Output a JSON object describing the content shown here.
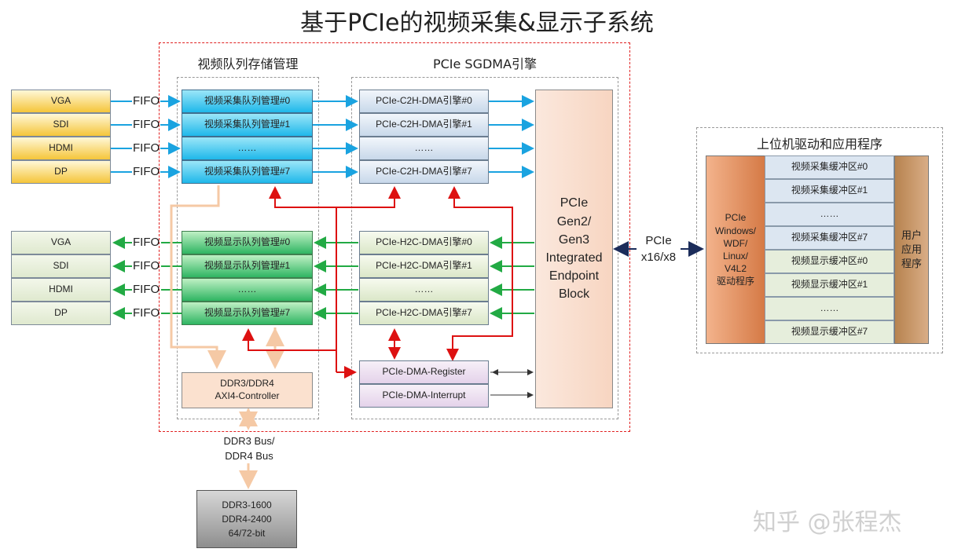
{
  "title": "基于PCIe的视频采集&显示子系统",
  "queue_group_label": "视频队列存储管理",
  "dma_group_label": "PCIe SGDMA引擎",
  "host_group_label": "上位机驱动和应用程序",
  "capture_ports": [
    "VGA",
    "SDI",
    "HDMI",
    "DP"
  ],
  "display_ports": [
    "VGA",
    "SDI",
    "HDMI",
    "DP"
  ],
  "fifo_label": "FIFO",
  "capture_queues": [
    "视频采集队列管理#0",
    "视频采集队列管理#1",
    "……",
    "视频采集队列管理#7"
  ],
  "display_queues": [
    "视频显示队列管理#0",
    "视频显示队列管理#1",
    "……",
    "视频显示队列管理#7"
  ],
  "c2h_engines": [
    "PCIe-C2H-DMA引擎#0",
    "PCIe-C2H-DMA引擎#1",
    "……",
    "PCIe-C2H-DMA引擎#7"
  ],
  "h2c_engines": [
    "PCIe-H2C-DMA引擎#0",
    "PCIe-H2C-DMA引擎#1",
    "……",
    "PCIe-H2C-DMA引擎#7"
  ],
  "dma_register": "PCIe-DMA-Register",
  "dma_interrupt": "PCIe-DMA-Interrupt",
  "ddr_controller": [
    "DDR3/DDR4",
    "AXI4-Controller"
  ],
  "pcie_block": [
    "PCIe",
    "Gen2/",
    "Gen3",
    "Integrated",
    "Endpoint",
    "Block"
  ],
  "pcie_link": [
    "PCIe",
    "x16/x8"
  ],
  "ddr_bus": [
    "DDR3 Bus/",
    "DDR4 Bus"
  ],
  "ddr_memory": [
    "DDR3-1600",
    "DDR4-2400",
    "64/72-bit"
  ],
  "driver": [
    "PCIe",
    "Windows/",
    "WDF/",
    "Linux/",
    "V4L2",
    "驱动程序"
  ],
  "buffers": [
    "视频采集缓冲区#0",
    "视频采集缓冲区#1",
    "……",
    "视频采集缓冲区#7",
    "视频显示缓冲区#0",
    "视频显示缓冲区#1",
    "……",
    "视频显示缓冲区#7"
  ],
  "user_app": [
    "用户",
    "应用",
    "程序"
  ],
  "watermark": "知乎 @张程杰",
  "colors": {
    "capture_arrow": "#1aa3e0",
    "display_arrow": "#22aa44",
    "control_arrow": "#dd1111",
    "ddr_arrow": "#f5c9a5",
    "frame": "#e02020"
  }
}
